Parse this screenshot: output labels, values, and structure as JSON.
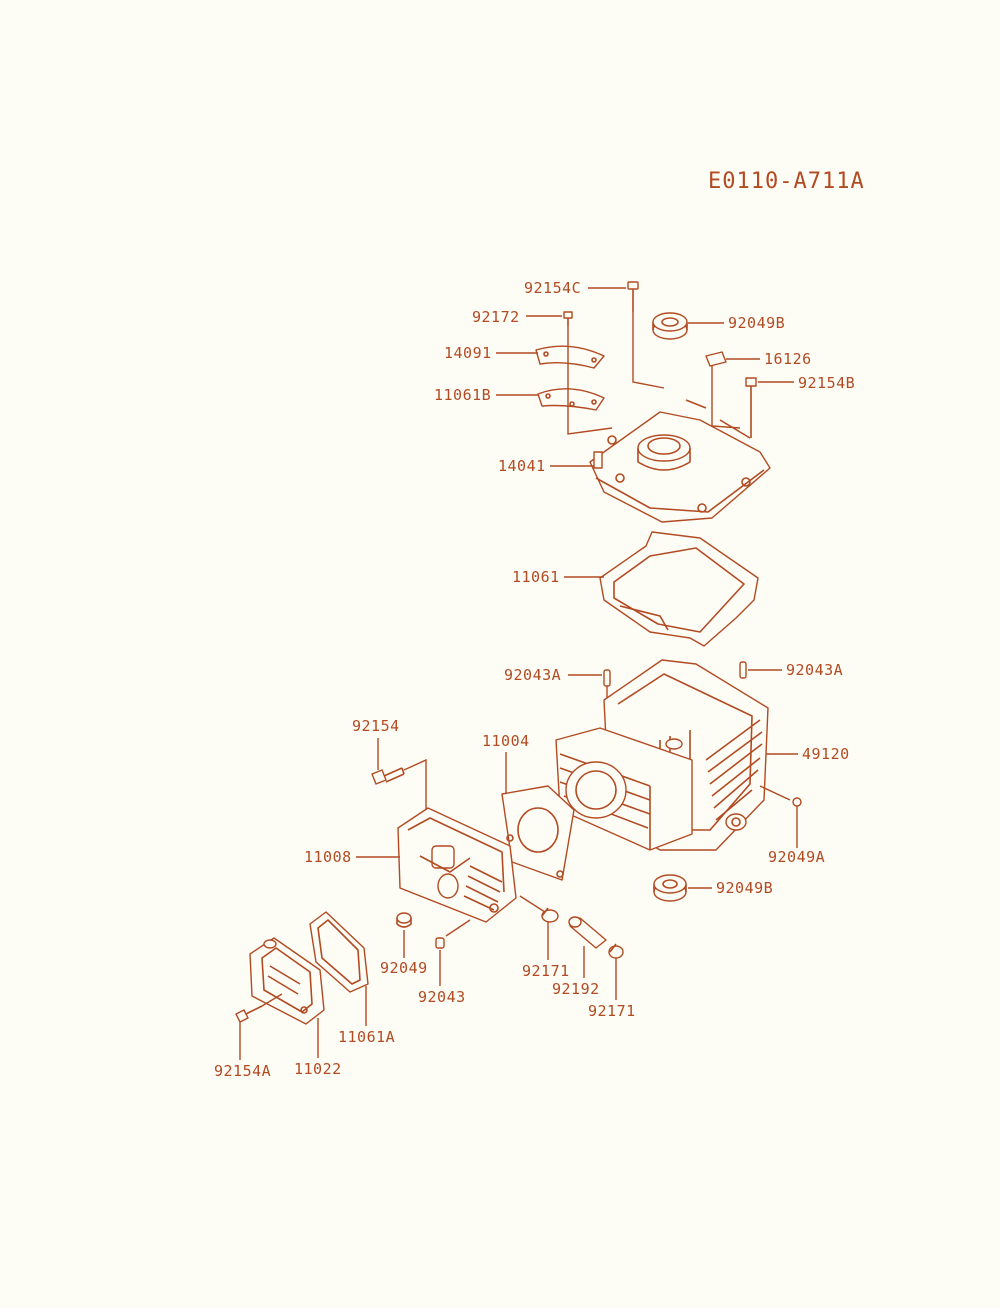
{
  "diagram_code": "E0110-A711A",
  "callouts": [
    {
      "id": "92154C"
    },
    {
      "id": "92172"
    },
    {
      "id": "92049B"
    },
    {
      "id": "14091"
    },
    {
      "id": "16126"
    },
    {
      "id": "11061B"
    },
    {
      "id": "92154B"
    },
    {
      "id": "14041"
    },
    {
      "id": "11061"
    },
    {
      "id": "92043A"
    },
    {
      "id": "92043A"
    },
    {
      "id": "92154"
    },
    {
      "id": "11004"
    },
    {
      "id": "49120"
    },
    {
      "id": "11008"
    },
    {
      "id": "92049A"
    },
    {
      "id": "92049B"
    },
    {
      "id": "92049"
    },
    {
      "id": "92043"
    },
    {
      "id": "92171"
    },
    {
      "id": "92192"
    },
    {
      "id": "92171"
    },
    {
      "id": "11061A"
    },
    {
      "id": "92154A"
    },
    {
      "id": "11022"
    }
  ],
  "colors": {
    "ink": "#b24a22",
    "paper": "#fdfdf6"
  }
}
